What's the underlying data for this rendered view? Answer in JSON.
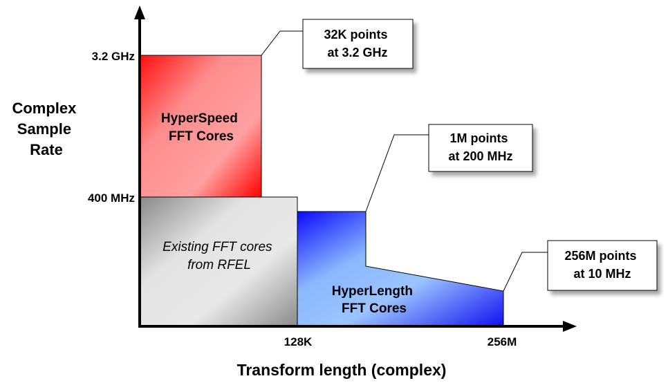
{
  "axes": {
    "y_title": [
      "Complex",
      "Sample",
      "Rate"
    ],
    "x_title": "Transform length (complex)",
    "y_ticks": [
      "3.2 GHz",
      "400 MHz"
    ],
    "x_ticks": [
      "128K",
      "256M"
    ]
  },
  "regions": {
    "hyperspeed": [
      "HyperSpeed",
      "FFT Cores"
    ],
    "existing": [
      "Existing FFT cores",
      "from RFEL"
    ],
    "hyperlength": [
      "HyperLength",
      "FFT Cores"
    ]
  },
  "callouts": [
    [
      "32K points",
      "at 3.2 GHz"
    ],
    [
      "1M points",
      "at 200 MHz"
    ],
    [
      "256M points",
      "at 10 MHz"
    ]
  ],
  "colors": {
    "red": "#ff0000",
    "blue": "#0000ff",
    "gray": "#888888"
  }
}
